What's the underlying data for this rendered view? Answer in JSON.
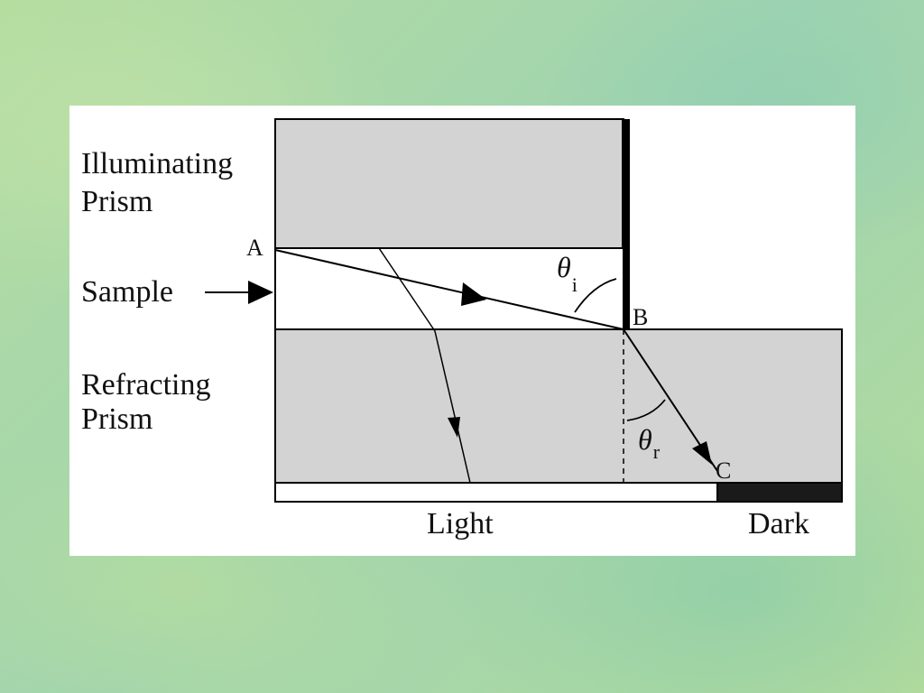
{
  "labels": {
    "illuminating_prism_line1": "Illuminating",
    "illuminating_prism_line2": "Prism",
    "sample": "Sample",
    "refracting_prism_line1": "Refracting",
    "refracting_prism_line2": "Prism",
    "light": "Light",
    "dark": "Dark"
  },
  "points": {
    "a": "A",
    "b": "B",
    "c": "C"
  },
  "angles": {
    "theta_symbol": "θ",
    "incidence_subscript": "i",
    "refraction_subscript": "r"
  },
  "colors": {
    "prism_fill": "#d3d3d3",
    "dark_band": "#1a1a1a",
    "panel": "#ffffff",
    "background": "#a9d6a3"
  }
}
